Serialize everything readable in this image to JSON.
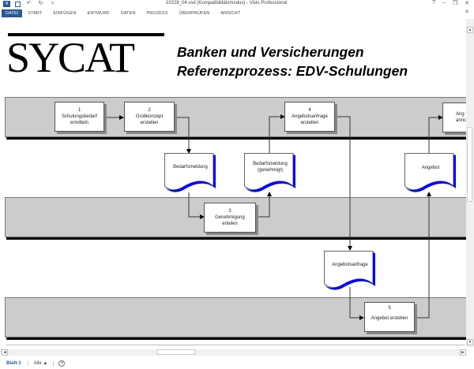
{
  "window": {
    "title": "10228_04.vsd  (Kompatibilitätsmodus) - Visio Professional",
    "controls": {
      "help": "?",
      "minimize": "–",
      "restore": "❐",
      "close": "✕",
      "close_doc": "✕"
    }
  },
  "quick_access": {
    "app": "V",
    "save": "💾",
    "undo": "↶",
    "redo": "↻",
    "customize": "="
  },
  "ribbon": {
    "tabs": [
      {
        "label": "DATEI",
        "active": true
      },
      {
        "label": "START"
      },
      {
        "label": "EINFÜGEN"
      },
      {
        "label": "ENTWURF"
      },
      {
        "label": "DATEN"
      },
      {
        "label": "PROZESS"
      },
      {
        "label": "ÜBERPRÜFEN"
      },
      {
        "label": "ANSICHT"
      }
    ]
  },
  "diagram": {
    "logo": "SYCAT",
    "heading_line1": "Banken und Versicherungen",
    "heading_line2": "Referenzprozess: EDV-Schulungen",
    "processes": [
      {
        "num": "1",
        "label": "Schulungsbedarf ermitteln",
        "l1": "Schulungsbedarf",
        "l2": "ermitteln"
      },
      {
        "num": "2",
        "label": "Grobkonzept erstellen",
        "l1": "Grobkonzept",
        "l2": "erstellen"
      },
      {
        "num": "3",
        "label": "Genehmigung erteilen",
        "l1": "Genehmigung",
        "l2": "erteilen"
      },
      {
        "num": "4",
        "label": "Angebotsanfrage erstellen",
        "l1": "Angebotsanfrage",
        "l2": "erstellen"
      },
      {
        "num": "5",
        "label": "Angebot erstellen",
        "l1": "Angebot erstellen"
      },
      {
        "num": "",
        "label": "Angebot annehmen (partially visible)",
        "l1": "Ang",
        "l2": "annc"
      }
    ],
    "documents": [
      {
        "l1": "Bedarfsmeldung"
      },
      {
        "l1": "Bedarfsmeldung",
        "l2": "(genehmigt)"
      },
      {
        "l1": "Angebot"
      },
      {
        "l1": "Angebotsanfrage"
      }
    ],
    "doc_wave_color": "#0000ff",
    "lane_color": "#cccccc"
  },
  "status": {
    "sheet_tab": "Blatt-1",
    "all_tab": "Alle ▲",
    "add_sheet": "+"
  },
  "scroll": {
    "up": "▲",
    "down": "▼",
    "left": "◀",
    "right": "▶"
  }
}
